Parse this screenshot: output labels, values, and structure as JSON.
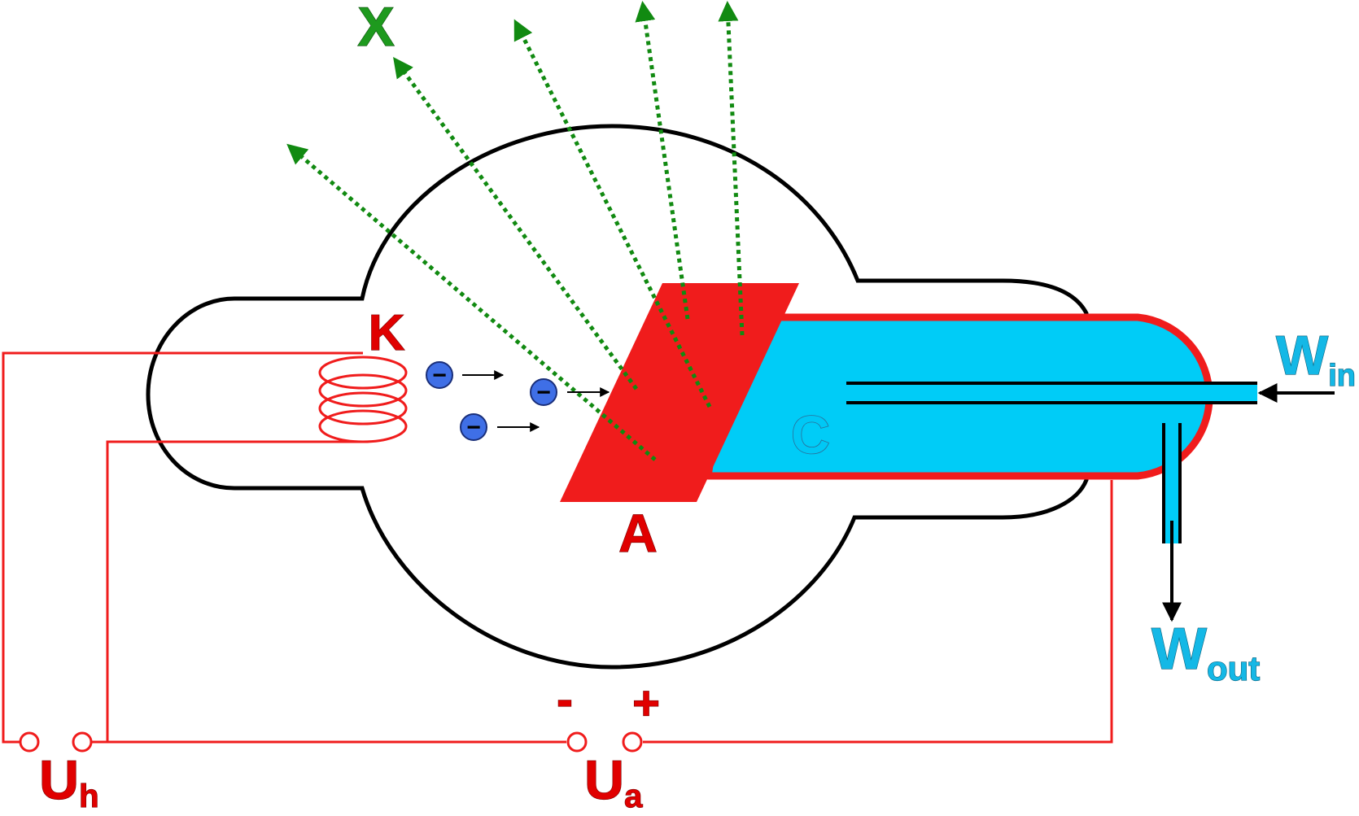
{
  "labels": {
    "cathode": "K",
    "anode": "A",
    "coolant": "C",
    "xrays": "X",
    "water_in_main": "W",
    "water_in_sub": "in",
    "water_out_main": "W",
    "water_out_sub": "out",
    "heater_voltage_main": "U",
    "heater_voltage_sub": "h",
    "anode_voltage_main": "U",
    "anode_voltage_sub": "a",
    "minus_sign": "-",
    "plus_sign": "+"
  },
  "electrons": [
    {
      "symbol": "−"
    },
    {
      "symbol": "−"
    },
    {
      "symbol": "−"
    }
  ],
  "colors": {
    "tube_outline": "#000000",
    "circuit": "#f01c1c",
    "anode": "#f01c1c",
    "coolant": "#00ccf7",
    "xray": "#118a11",
    "electron": "#3f6fe6",
    "arrow": "#000000"
  }
}
